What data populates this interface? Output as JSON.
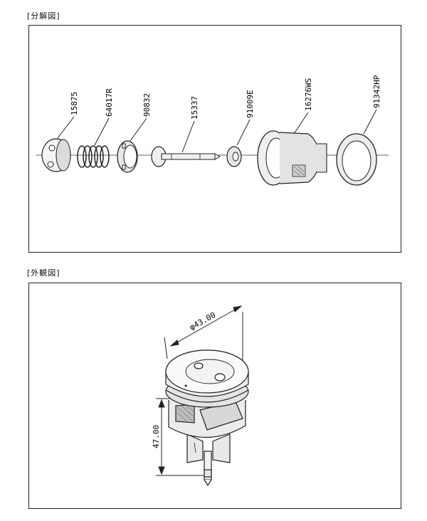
{
  "exploded_view": {
    "heading": "[分解図]",
    "parts": [
      {
        "code": "15875"
      },
      {
        "code": "64017R"
      },
      {
        "code": "90832"
      },
      {
        "code": "15337"
      },
      {
        "code": "91009E"
      },
      {
        "code": "16276WS"
      },
      {
        "code": "91342HP"
      }
    ]
  },
  "exterior_view": {
    "heading": "[外観図]",
    "diameter_label": "φ43.00",
    "height_label": "47.00"
  }
}
